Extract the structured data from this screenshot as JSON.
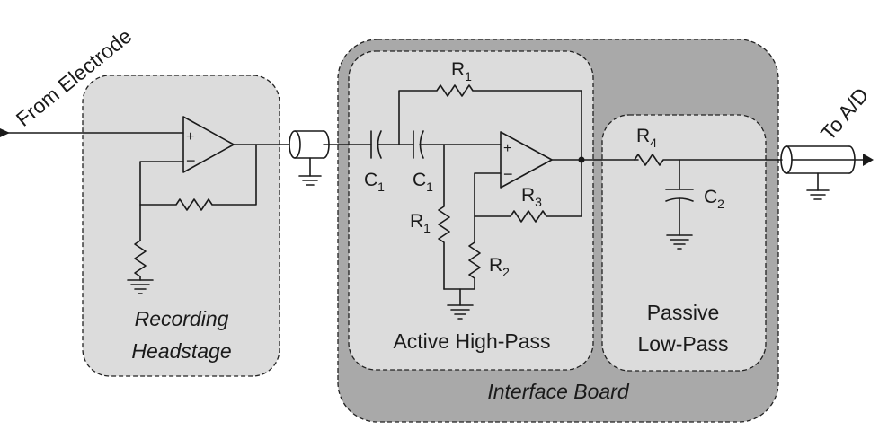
{
  "input_label": "From Electrode",
  "output_label": "To A/D",
  "headstage": {
    "line1": "Recording",
    "line2": "Headstage"
  },
  "interface_board": {
    "label": "Interface Board"
  },
  "active_highpass": {
    "label": "Active High-Pass"
  },
  "passive_lowpass": {
    "line1": "Passive",
    "line2": "Low-Pass"
  },
  "components": {
    "c1a": {
      "main": "C",
      "sub": "1"
    },
    "c1b": {
      "main": "C",
      "sub": "1"
    },
    "r1_top": {
      "main": "R",
      "sub": "1"
    },
    "r1_shunt": {
      "main": "R",
      "sub": "1"
    },
    "r2": {
      "main": "R",
      "sub": "2"
    },
    "r3": {
      "main": "R",
      "sub": "3"
    },
    "r4": {
      "main": "R",
      "sub": "4"
    },
    "c2": {
      "main": "C",
      "sub": "2"
    }
  },
  "opamp_symbols": {
    "plus": "+",
    "minus": "−"
  },
  "colors": {
    "board_fill": "#a9a9a9",
    "module_fill": "#dcdcdc",
    "wire": "#1a1a1a"
  }
}
